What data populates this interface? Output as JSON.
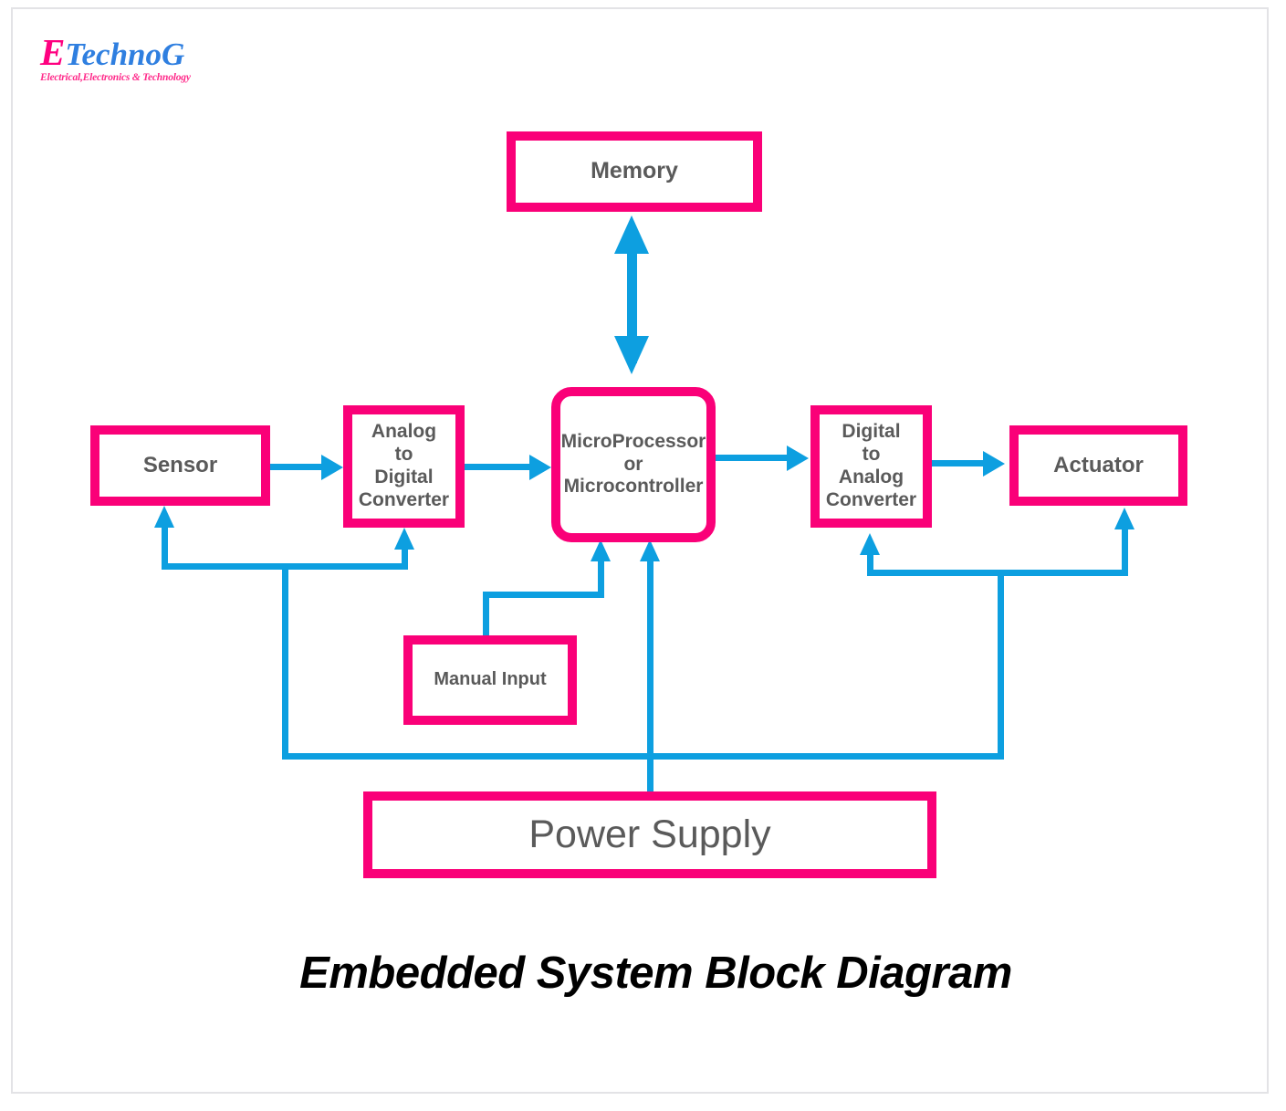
{
  "logo": {
    "mark_first": "E",
    "mark_rest": "TechnoG",
    "tagline": "Electrical,Electronics & Technology"
  },
  "caption": "Embedded System Block Diagram",
  "colors": {
    "block_border": "#FA0078",
    "wire": "#0D9FE0",
    "block_text": "#5A5A5A",
    "caption_text": "#000000",
    "logo_pink": "#FF0080",
    "logo_blue": "#2F7FE0",
    "frame": "#E3E3E6"
  },
  "blocks": {
    "memory": "Memory",
    "sensor": "Sensor",
    "adc": "Analog\nto\nDigital\nConverter",
    "mpu": "MicroProcessor\nor\nMicrocontroller",
    "dac": "Digital\nto\nAnalog\nConverter",
    "actuator": "Actuator",
    "manual_input": "Manual Input",
    "power_supply": "Power Supply"
  },
  "connections": [
    {
      "from": "Sensor",
      "to": "Analog to Digital Converter",
      "direction": "right"
    },
    {
      "from": "Analog to Digital Converter",
      "to": "MicroProcessor or Microcontroller",
      "direction": "right"
    },
    {
      "from": "MicroProcessor or Microcontroller",
      "to": "Digital to Analog Converter",
      "direction": "right"
    },
    {
      "from": "Digital to Analog Converter",
      "to": "Actuator",
      "direction": "right"
    },
    {
      "from": "Memory",
      "to": "MicroProcessor or Microcontroller",
      "direction": "bidirectional"
    },
    {
      "from": "Manual Input",
      "to": "MicroProcessor or Microcontroller",
      "direction": "up"
    },
    {
      "from": "Power Supply",
      "to": "MicroProcessor or Microcontroller",
      "direction": "up"
    },
    {
      "from": "Power Supply",
      "to": "Sensor",
      "direction": "up"
    },
    {
      "from": "Power Supply",
      "to": "Analog to Digital Converter",
      "direction": "up"
    },
    {
      "from": "Power Supply",
      "to": "Digital to Analog Converter",
      "direction": "up"
    },
    {
      "from": "Power Supply",
      "to": "Actuator",
      "direction": "up"
    }
  ]
}
